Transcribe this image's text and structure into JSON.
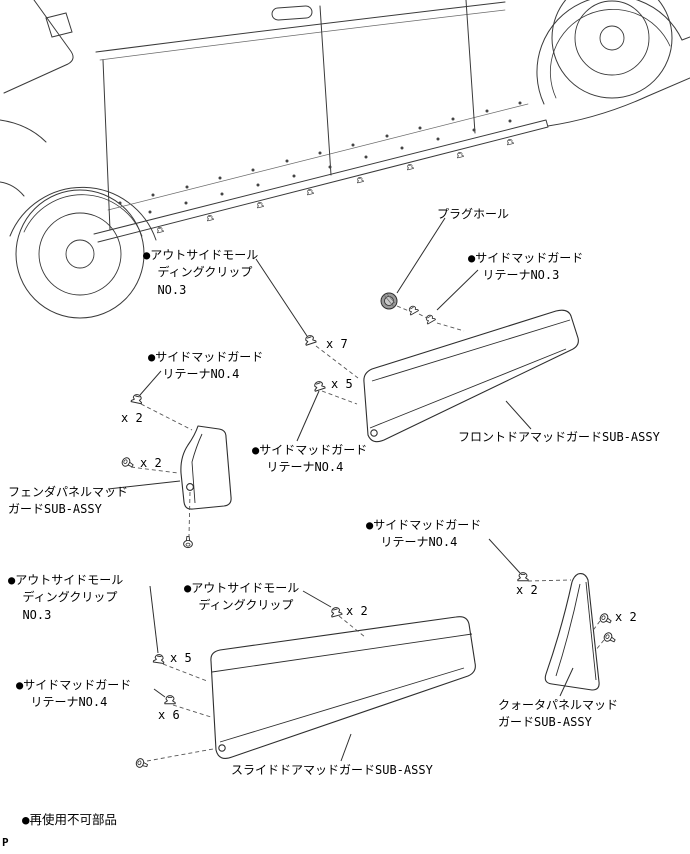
{
  "diagram": {
    "callouts": {
      "plug_hole": "プラグホール",
      "outside_molding_clip_no3_top": "●アウトサイドモール\n  ディングクリップ\n  NO.3",
      "side_mudguard_retainer_no3": "●サイドマッドガード\n  リテーナNO.3",
      "side_mudguard_retainer_no4_upper_left": "●サイドマッドガード\n  リテーナNO.4",
      "side_mudguard_retainer_no4_middle": "●サイドマッドガード\n  リテーナNO.4",
      "side_mudguard_retainer_no4_right": "●サイドマッドガード\n  リテーナNO.4",
      "side_mudguard_retainer_no4_lower_left": "●サイドマッドガード\n  リテーナNO.4",
      "outside_molding_clip_no3_lower": "●アウトサイドモール\n  ディングクリップ\n  NO.3",
      "outside_molding_clip_middle": "●アウトサイドモール\n  ディングクリップ",
      "fender_panel_mudguard": "フェンダパネルマッド\nガードSUB-ASSY",
      "front_door_mudguard": "フロントドアマッドガードSUB-ASSY",
      "quarter_panel_mudguard": "クォータパネルマッド\nガードSUB-ASSY",
      "slide_door_mudguard": "スライドドアマッドガードSUB-ASSY"
    },
    "quantities": {
      "clip_x7": "x 7",
      "clip_x5_front": "x 5",
      "clip_x2_fender": "x 2",
      "screw_x2_fender": "x 2",
      "clip_x2_right": "x 2",
      "clip_x2_middle": "x 2",
      "clip_x5_lower": "x 5",
      "clip_x6_lower": "x 6",
      "screw_x2_quarter": "x 2"
    },
    "legend": {
      "nonreusable_note": "●再使用不可部品"
    },
    "page_mark": "P"
  }
}
